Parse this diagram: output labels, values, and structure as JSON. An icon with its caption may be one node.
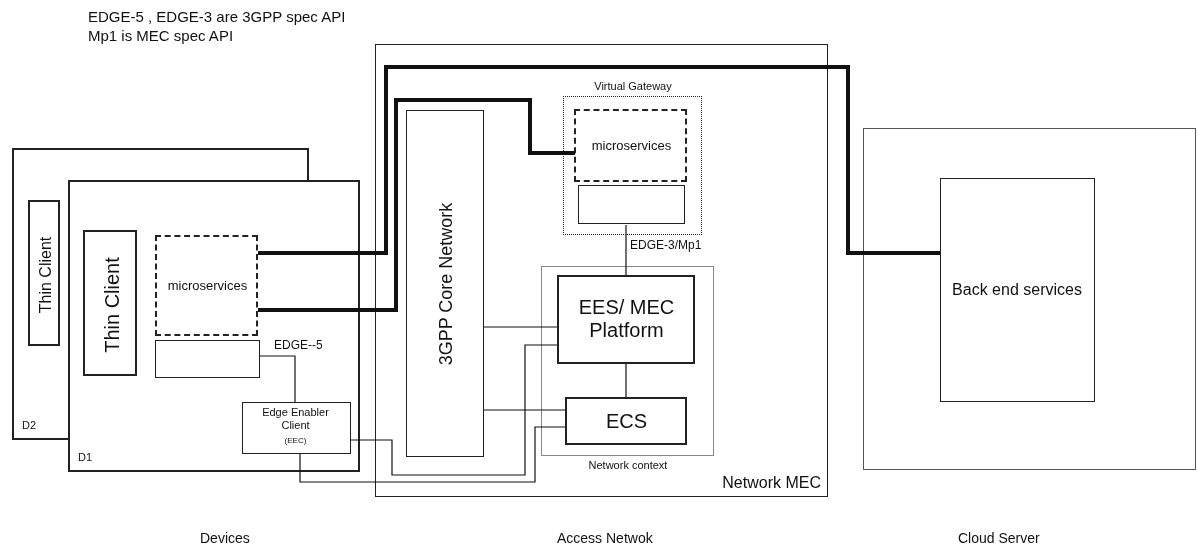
{
  "diagram": {
    "nodes": [
      {
        "text": [
          "D2"
        ]
      },
      {
        "text": [
          "Thin Client"
        ],
        "in": 0
      },
      {
        "text": [
          "D1"
        ]
      },
      {
        "text": [
          "Thin Client"
        ],
        "in": 2
      },
      {
        "text": [
          "microservices"
        ],
        "in": 2
      },
      {
        "text": [],
        "shape": "box",
        "in": 2
      },
      {
        "text": [
          "Edge Enabler Client",
          "(EEC)"
        ],
        "in": 2
      },
      {
        "text": [
          "Network MEC"
        ]
      },
      {
        "text": [
          "3GPP Core Network"
        ],
        "in": 7
      },
      {
        "text": [
          "Virtual Gateway"
        ],
        "in": 7
      },
      {
        "text": [
          "microservices"
        ],
        "in": 9
      },
      {
        "text": [],
        "shape": "box",
        "in": 9
      },
      {
        "text": [
          "Network context"
        ],
        "in": 7
      },
      {
        "text": [
          "EES/ MEC Platform"
        ],
        "in": 12
      },
      {
        "text": [
          "ECS"
        ],
        "in": 12
      },
      {
        "text": [],
        "shape": "box"
      },
      {
        "text": [
          "Back end services"
        ],
        "in": 15
      }
    ],
    "edges": [
      {
        "from": 4,
        "to": 16,
        "arrow": "none",
        "style": "thick"
      },
      {
        "from": 4,
        "to": 10,
        "arrow": "none",
        "style": "thick"
      },
      {
        "from": 5,
        "to": 6,
        "arrow": "none",
        "label": "EDGE--5"
      },
      {
        "from": 6,
        "to": 13,
        "arrow": "none"
      },
      {
        "from": 6,
        "to": 14,
        "arrow": "none"
      },
      {
        "from": 8,
        "to": 13,
        "arrow": "none"
      },
      {
        "from": 8,
        "to": 14,
        "arrow": "none"
      },
      {
        "from": 11,
        "to": 13,
        "arrow": "none",
        "label": "EDGE-3/Mp1"
      },
      {
        "from": 13,
        "to": 14,
        "arrow": "none"
      }
    ],
    "labels": [
      "EDGE-5 , EDGE-3 are 3GPP spec API",
      "Mp1 is MEC spec API",
      "Devices",
      "Access Netwok",
      "Cloud Server"
    ]
  }
}
